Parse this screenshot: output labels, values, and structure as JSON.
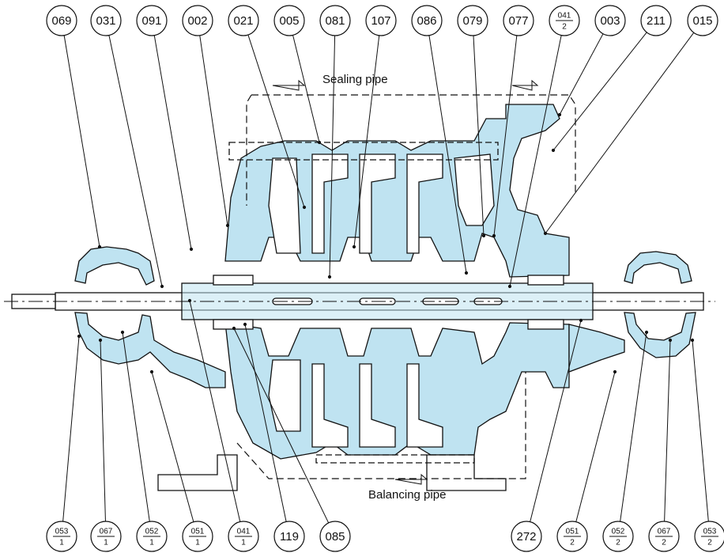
{
  "colors": {
    "body_fill": "#bfe3f1",
    "line": "#111111",
    "background": "#ffffff"
  },
  "captions": {
    "sealing_pipe": "Sealing pipe",
    "balancing_pipe": "Balancing pipe"
  },
  "top_callouts": [
    {
      "id": "c069",
      "label": "069"
    },
    {
      "id": "c031",
      "label": "031"
    },
    {
      "id": "c091",
      "label": "091"
    },
    {
      "id": "c002",
      "label": "002"
    },
    {
      "id": "c021",
      "label": "021"
    },
    {
      "id": "c005",
      "label": "005"
    },
    {
      "id": "c081",
      "label": "081"
    },
    {
      "id": "c107",
      "label": "107"
    },
    {
      "id": "c086",
      "label": "086"
    },
    {
      "id": "c079",
      "label": "079"
    },
    {
      "id": "c077",
      "label": "077"
    },
    {
      "id": "c041_2",
      "num": "041",
      "den": "2"
    },
    {
      "id": "c003",
      "label": "003"
    },
    {
      "id": "c211",
      "label": "211"
    },
    {
      "id": "c015",
      "label": "015"
    }
  ],
  "bottom_callouts": [
    {
      "id": "c053_1",
      "num": "053",
      "den": "1"
    },
    {
      "id": "c067_1",
      "num": "067",
      "den": "1"
    },
    {
      "id": "c052_1",
      "num": "052",
      "den": "1"
    },
    {
      "id": "c051_1",
      "num": "051",
      "den": "1"
    },
    {
      "id": "c041_1",
      "num": "041",
      "den": "1"
    },
    {
      "id": "c119",
      "label": "119"
    },
    {
      "id": "c085",
      "label": "085"
    },
    {
      "id": "c272",
      "label": "272"
    },
    {
      "id": "c051_2",
      "num": "051",
      "den": "2"
    },
    {
      "id": "c052_2",
      "num": "052",
      "den": "2"
    },
    {
      "id": "c067_2",
      "num": "067",
      "den": "2"
    },
    {
      "id": "c053_2",
      "num": "053",
      "den": "2"
    }
  ]
}
